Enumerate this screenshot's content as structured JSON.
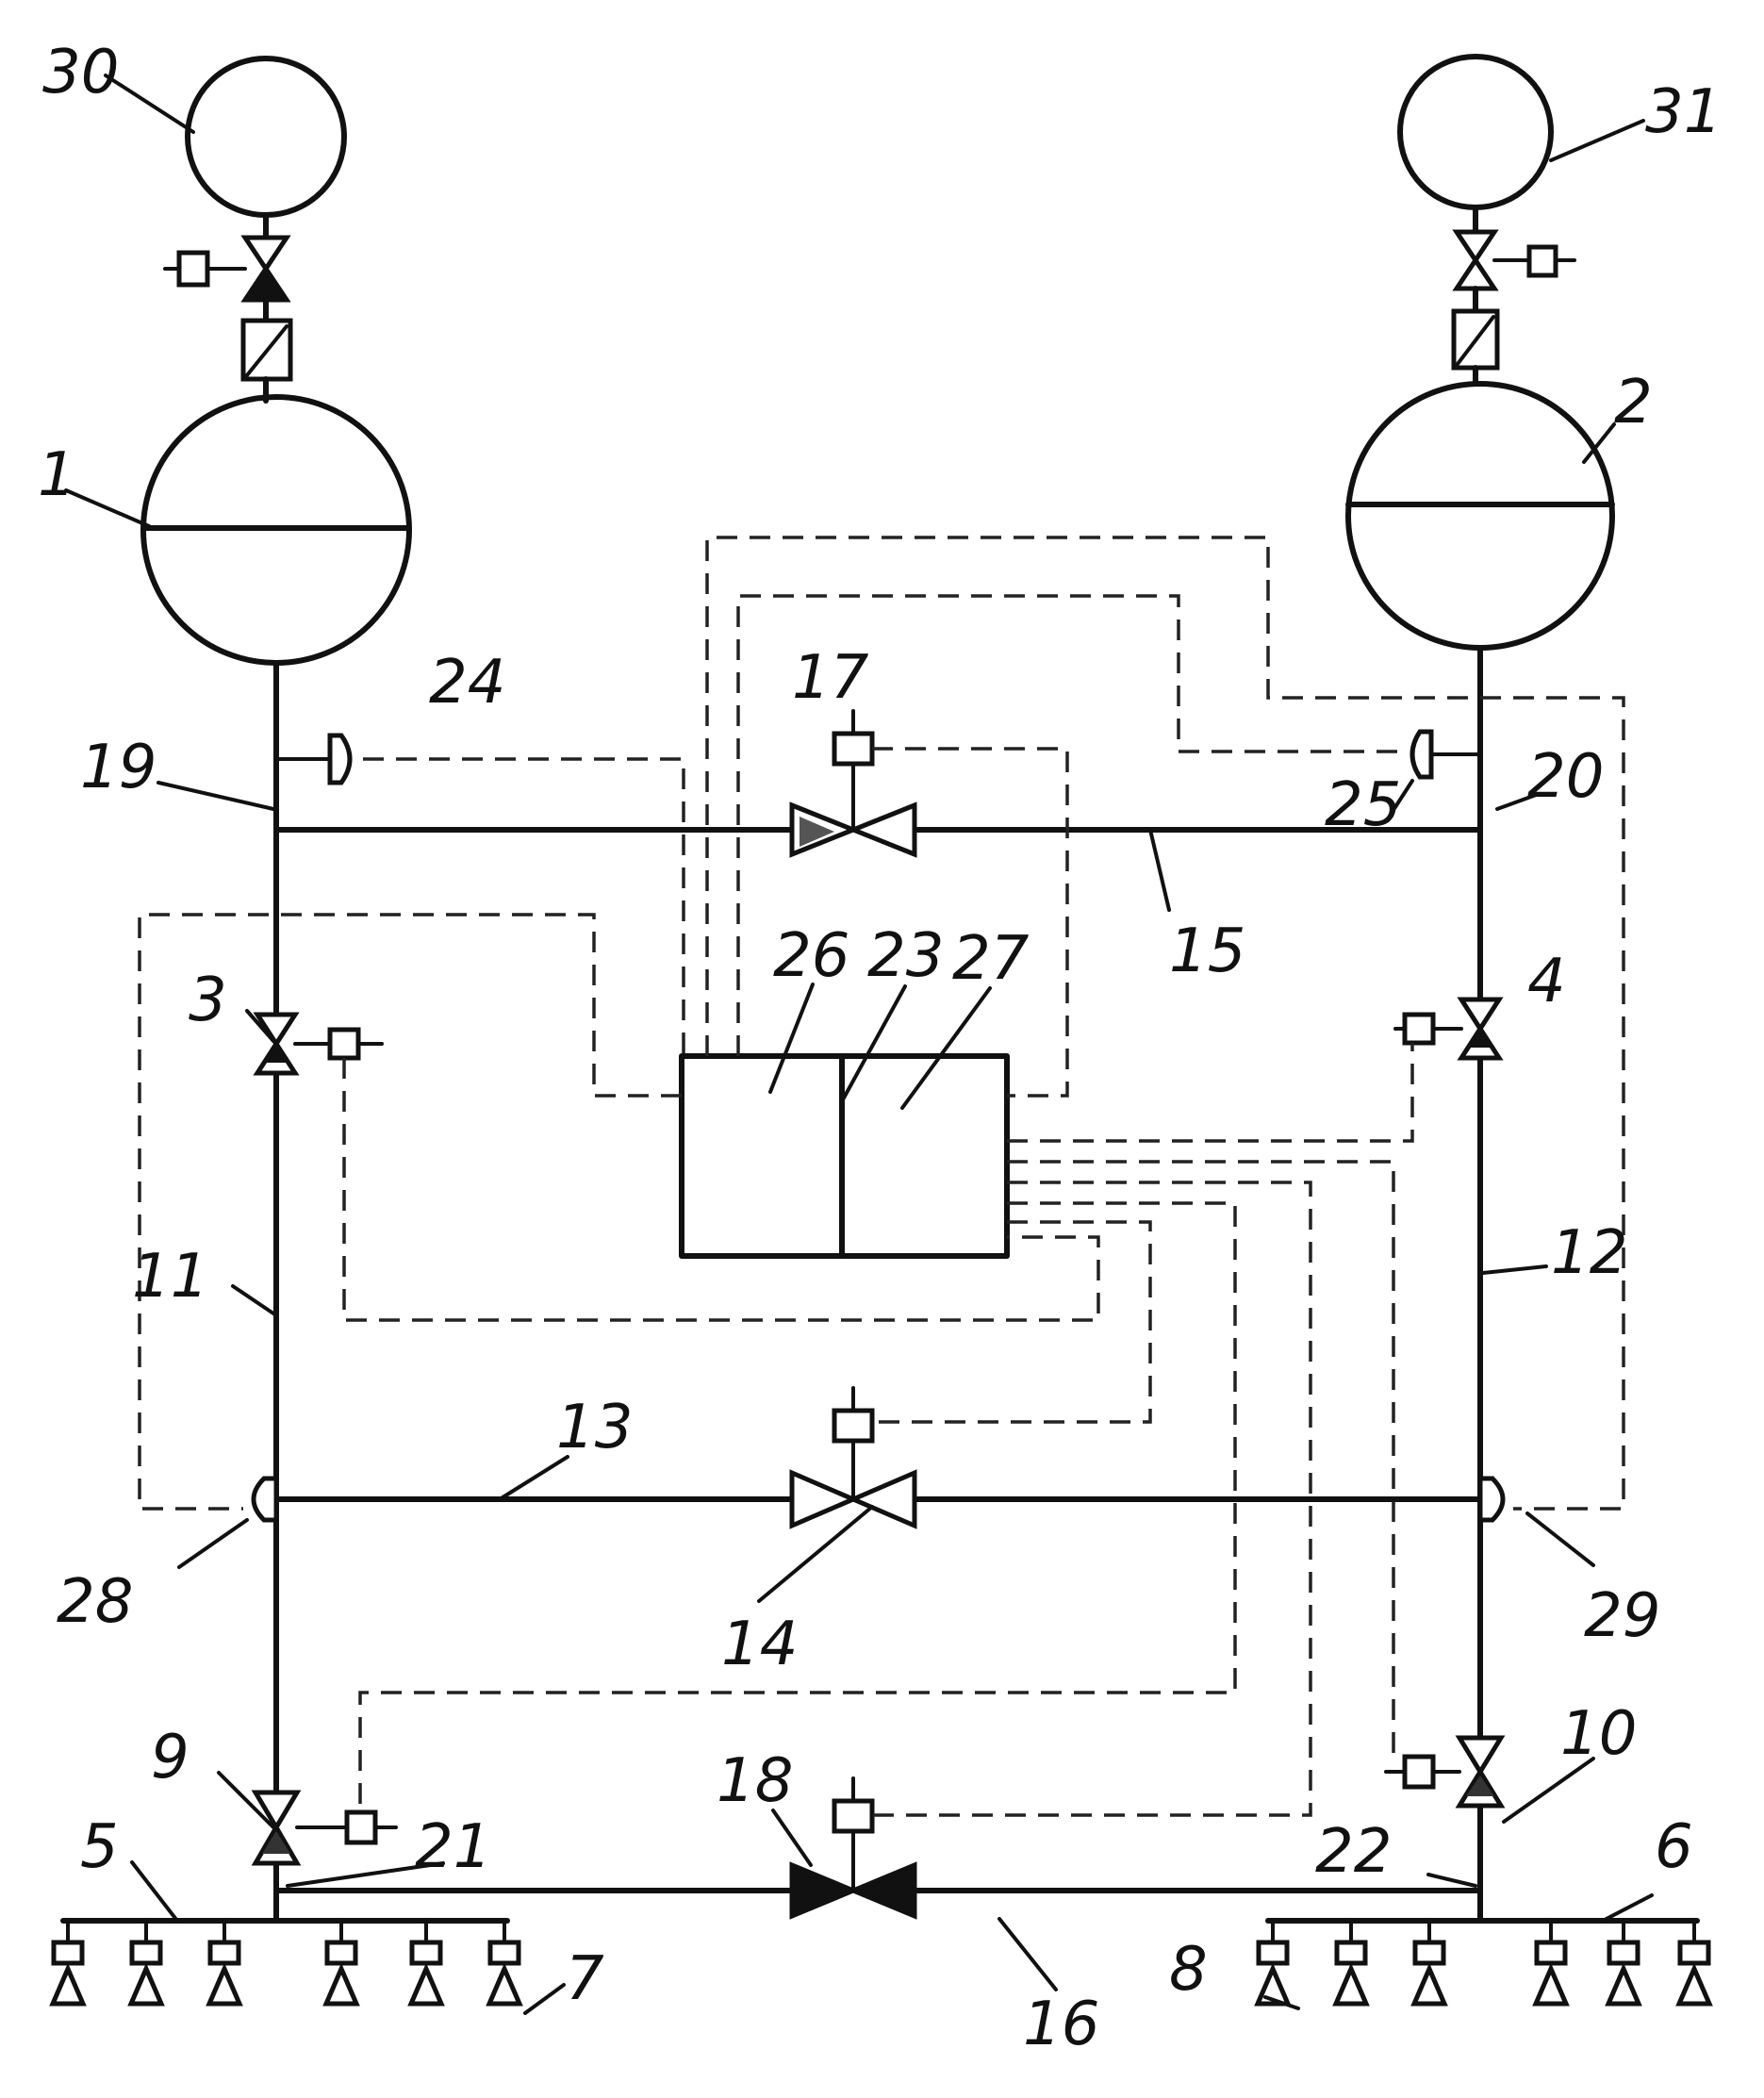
{
  "labels": {
    "l30": "30",
    "l31": "31",
    "l1": "1",
    "l2": "2",
    "l24": "24",
    "l17": "17",
    "l19": "19",
    "l25": "25",
    "l20": "20",
    "l15": "15",
    "l3": "3",
    "l26": "26",
    "l23": "23",
    "l27": "27",
    "l4": "4",
    "l11": "11",
    "l12": "12",
    "l13": "13",
    "l28": "28",
    "l14": "14",
    "l29": "29",
    "l9": "9",
    "l18": "18",
    "l10": "10",
    "l21": "21",
    "l22": "22",
    "l5": "5",
    "l6": "6",
    "l7": "7",
    "l8": "8",
    "l16": "16"
  }
}
